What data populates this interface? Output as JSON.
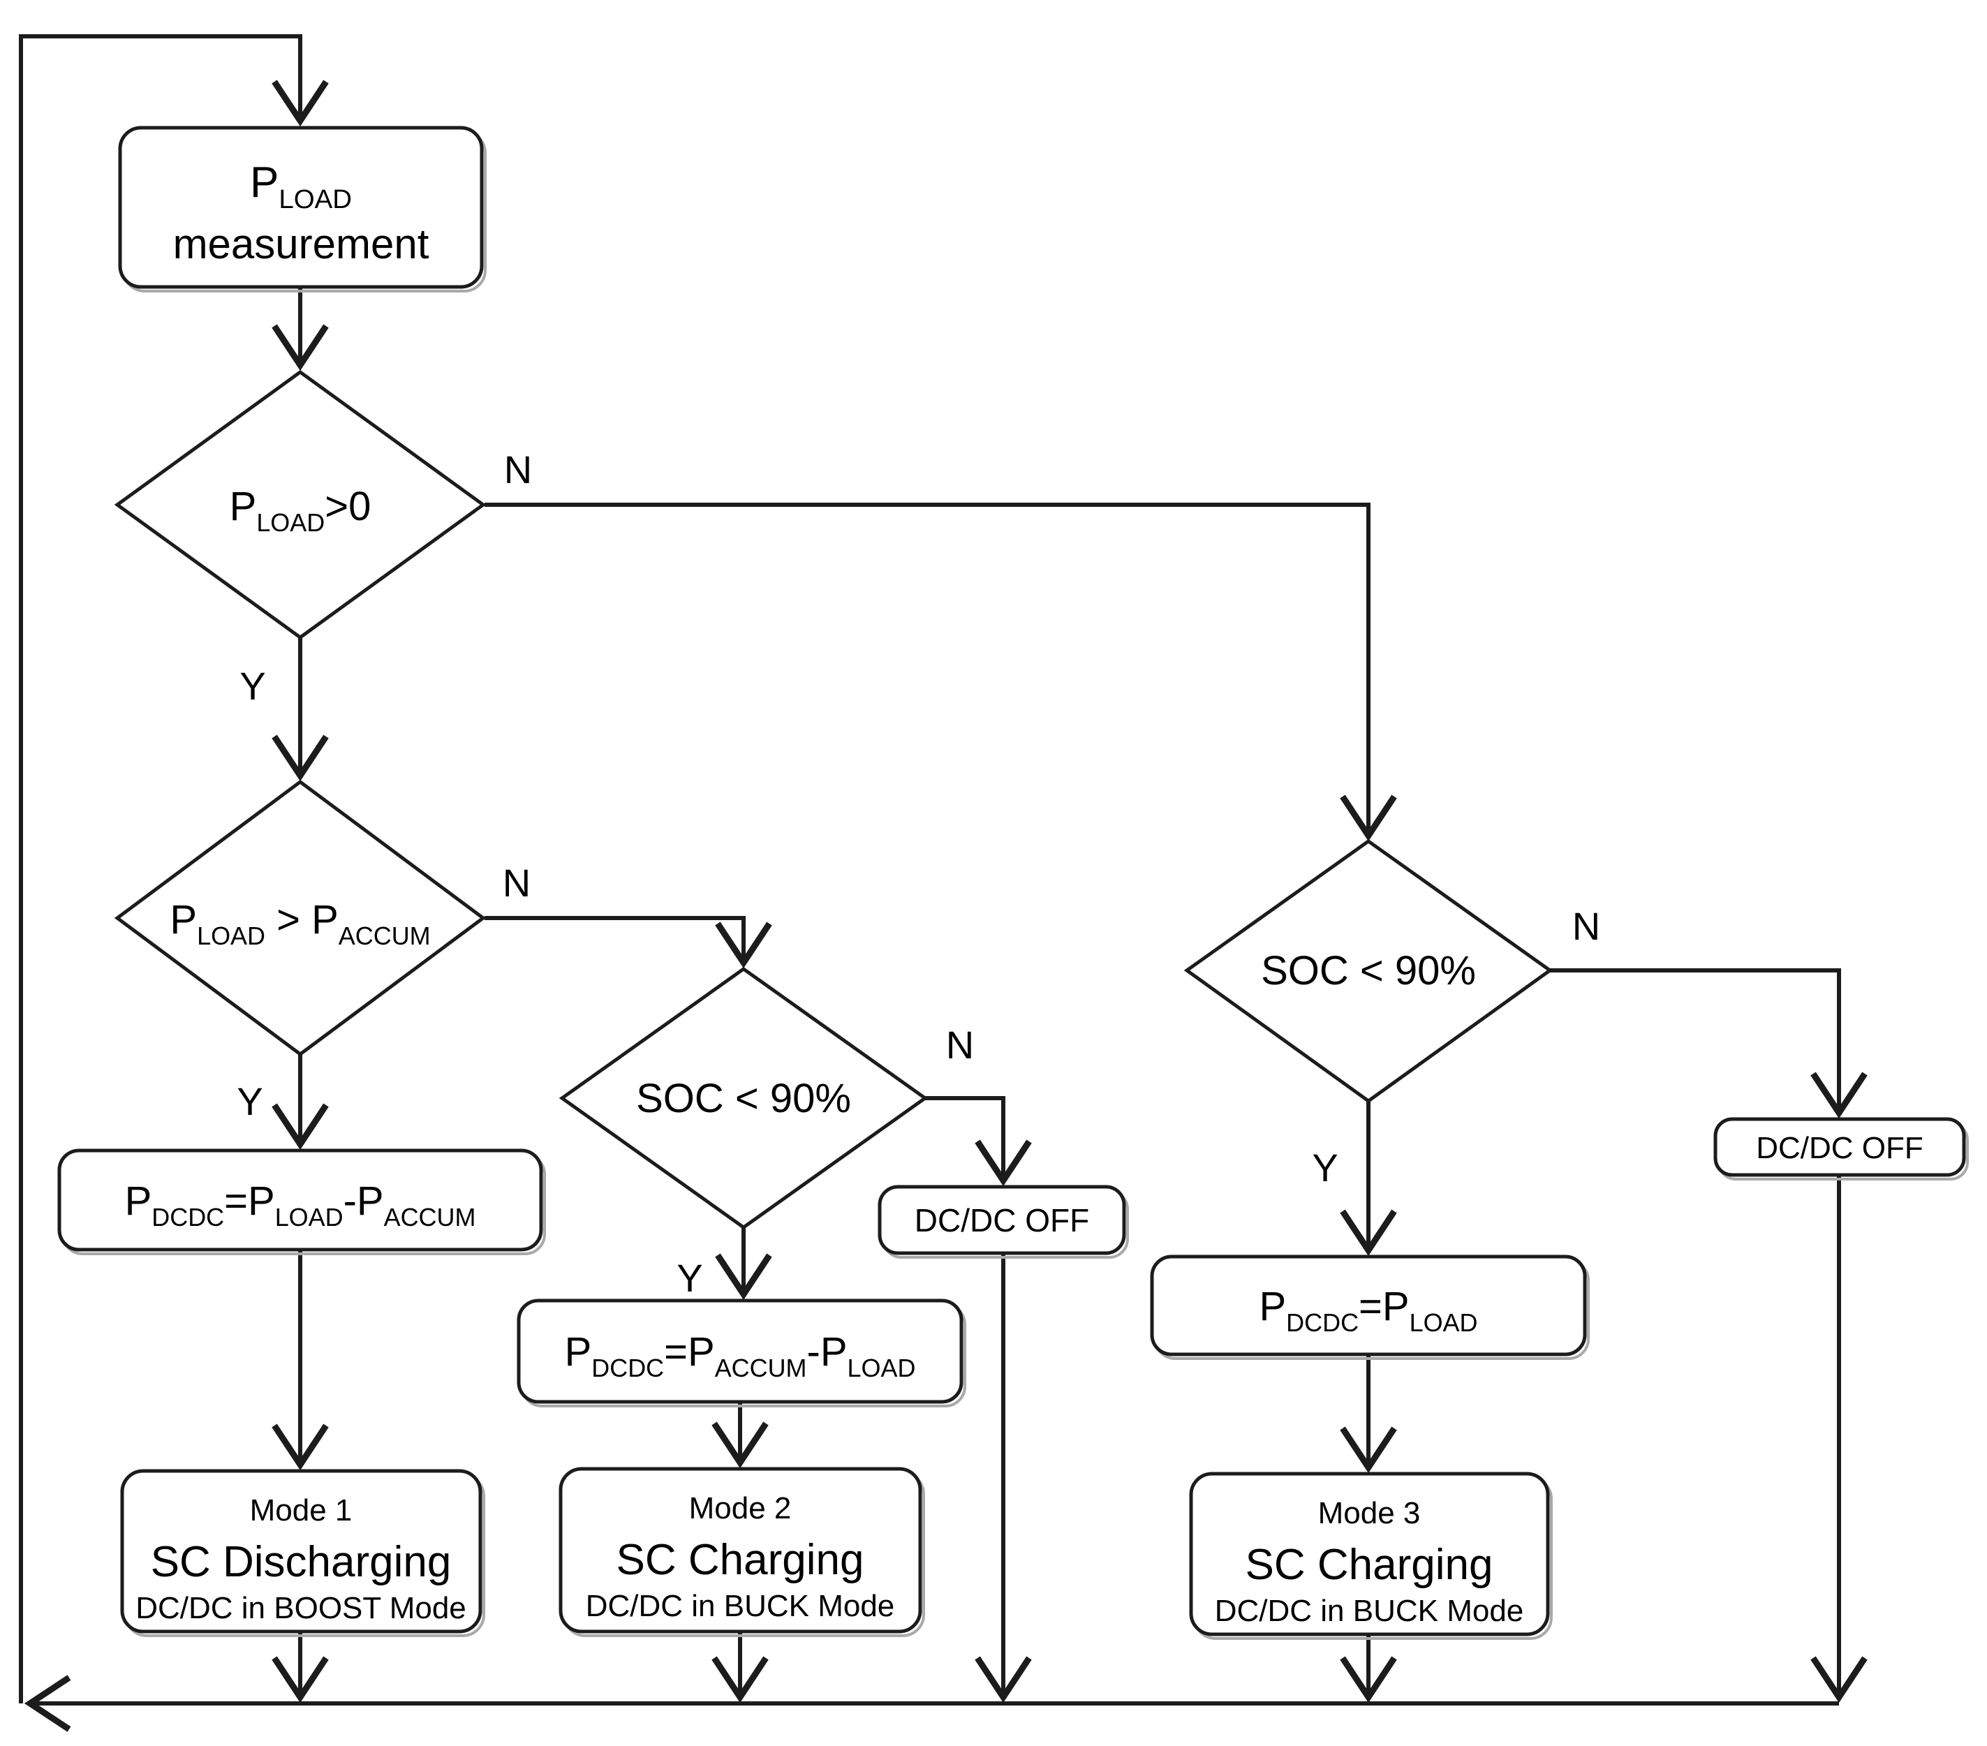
{
  "colors": {
    "line": "#1c1c1c",
    "box_fill": "#ffffff",
    "box_border": "#1c1c1c",
    "shadow": "#a9a9a9",
    "text": "#000000",
    "background": "#ffffff"
  },
  "nodes": {
    "start": {
      "line1_parts": [
        {
          "t": "P"
        },
        {
          "t": "LOAD",
          "sub": true
        }
      ],
      "line2": "measurement"
    },
    "d1": {
      "parts": [
        {
          "t": "P"
        },
        {
          "t": "LOAD",
          "sub": true
        },
        {
          "t": ">0"
        }
      ],
      "yes": "Y",
      "no": "N"
    },
    "d2": {
      "parts": [
        {
          "t": "P"
        },
        {
          "t": "LOAD",
          "sub": true
        },
        {
          "t": " > P"
        },
        {
          "t": "ACCUM",
          "sub": true
        }
      ],
      "yes": "Y",
      "no": "N"
    },
    "d_mid": {
      "text": "SOC < 90%",
      "yes": "Y",
      "no": "N"
    },
    "d_right": {
      "text": "SOC < 90%",
      "yes": "Y",
      "no": "N"
    },
    "f_left": {
      "parts": [
        {
          "t": "P"
        },
        {
          "t": "DCDC",
          "sub": true
        },
        {
          "t": "=P"
        },
        {
          "t": "LOAD",
          "sub": true
        },
        {
          "t": "-P"
        },
        {
          "t": "ACCUM",
          "sub": true
        }
      ]
    },
    "f_mid": {
      "parts": [
        {
          "t": "P"
        },
        {
          "t": "DCDC",
          "sub": true
        },
        {
          "t": "=P"
        },
        {
          "t": "ACCUM",
          "sub": true
        },
        {
          "t": "-P"
        },
        {
          "t": "LOAD",
          "sub": true
        }
      ]
    },
    "f_right": {
      "parts": [
        {
          "t": "P"
        },
        {
          "t": "DCDC",
          "sub": true
        },
        {
          "t": "=P"
        },
        {
          "t": "LOAD",
          "sub": true
        }
      ]
    },
    "off_mid": {
      "text": "DC/DC OFF"
    },
    "off_right": {
      "text": "DC/DC OFF"
    },
    "mode1": {
      "line1": "Mode 1",
      "line2": "SC Discharging",
      "line3": "DC/DC in BOOST Mode"
    },
    "mode2": {
      "line1": "Mode 2",
      "line2": "SC Charging",
      "line3": "DC/DC in BUCK Mode"
    },
    "mode3": {
      "line1": "Mode 3",
      "line2": "SC Charging",
      "line3": "DC/DC in BUCK Mode"
    }
  }
}
